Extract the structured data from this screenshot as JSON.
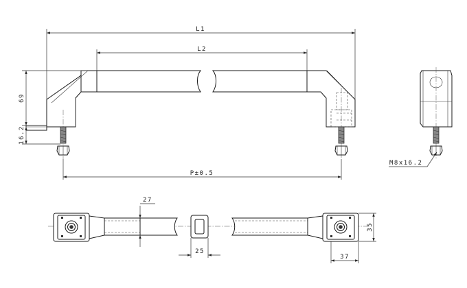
{
  "labels": {
    "L1": "L1",
    "L2": "L2",
    "h69": "69",
    "h16_2": "16.2",
    "pitch": "P±0.5",
    "thread": "M8x16.2",
    "w27": "27",
    "w25": "25",
    "w37": "37",
    "h35": "35"
  }
}
